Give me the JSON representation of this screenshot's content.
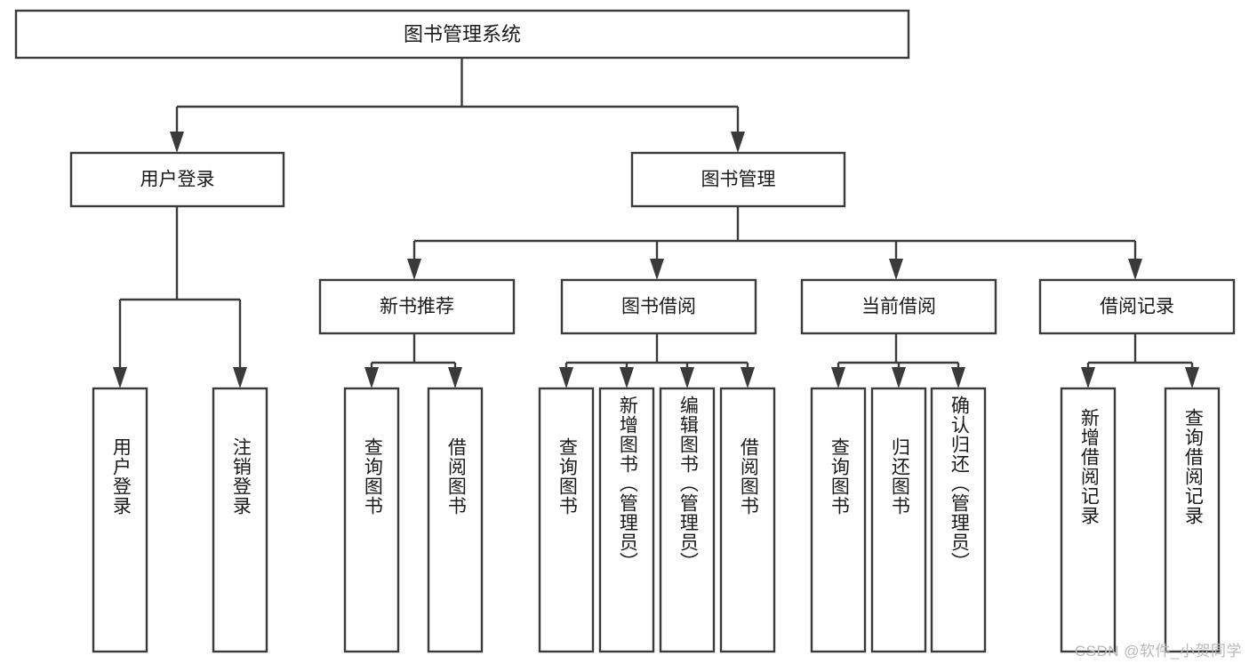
{
  "diagram": {
    "type": "tree",
    "title": "图书管理系统",
    "watermark": "CSDN @软件_小贺同学",
    "colors": {
      "stroke": "#3a3a3a",
      "box_fill": "#ffffff",
      "text": "#1a1a1a",
      "background": "#ffffff",
      "watermark": "#b9b9b9"
    },
    "root": {
      "label": "图书管理系统"
    },
    "level1": [
      {
        "label": "用户登录"
      },
      {
        "label": "图书管理"
      }
    ],
    "level2": [
      {
        "label": "新书推荐"
      },
      {
        "label": "图书借阅"
      },
      {
        "label": "当前借阅"
      },
      {
        "label": "借阅记录"
      }
    ],
    "leaves": {
      "user_login": [
        {
          "label": "用户登录"
        },
        {
          "label": "注销登录"
        }
      ],
      "new_book_recommend": [
        {
          "label": "查询图书"
        },
        {
          "label": "借阅图书"
        }
      ],
      "book_borrow": [
        {
          "label": "查询图书"
        },
        {
          "label": "新增图书（管理员）"
        },
        {
          "label": "编辑图书（管理员）"
        },
        {
          "label": "借阅图书"
        }
      ],
      "current_borrow": [
        {
          "label": "查询图书"
        },
        {
          "label": "归还图书"
        },
        {
          "label": "确认归还（管理员）"
        }
      ],
      "borrow_record": [
        {
          "label": "新增借阅记录"
        },
        {
          "label": "查询借阅记录"
        }
      ]
    }
  }
}
